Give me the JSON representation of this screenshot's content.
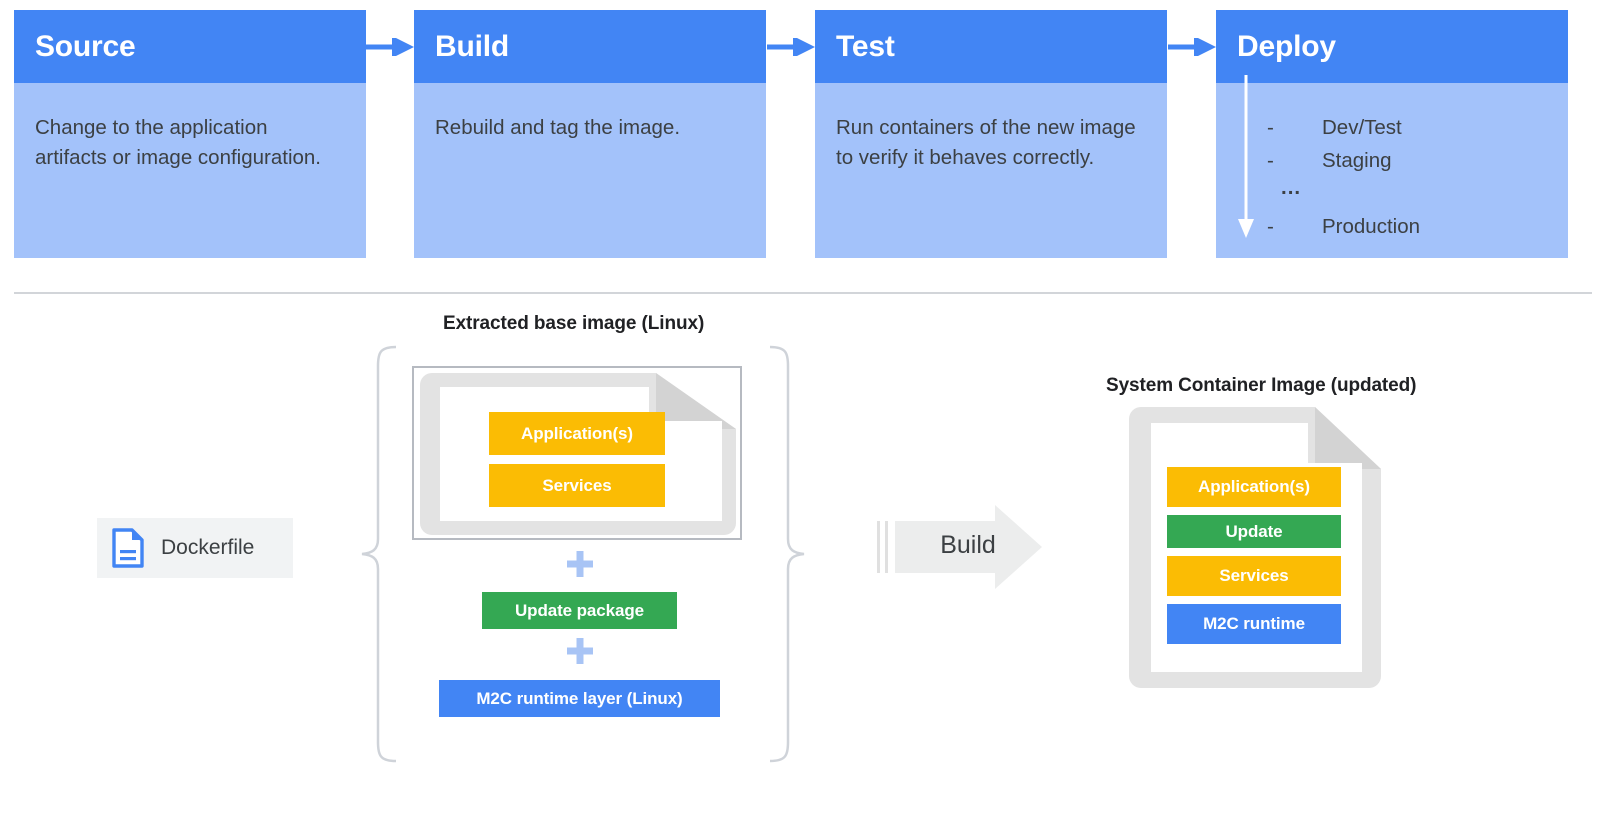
{
  "pipeline": {
    "cards": [
      {
        "title": "Source",
        "text": "Change to the application artifacts or image configuration."
      },
      {
        "title": "Build",
        "text": "Rebuild and tag the image."
      },
      {
        "title": "Test",
        "text": "Run containers of the new image to verify it behaves correctly."
      },
      {
        "title": "Deploy",
        "text": "",
        "list": [
          {
            "dash": "-",
            "label": "Dev/Test"
          },
          {
            "dash": "-",
            "label": "Staging"
          },
          {
            "dash": "...",
            "label": ""
          },
          {
            "dash": "-",
            "label": "Production"
          }
        ]
      }
    ]
  },
  "diagram": {
    "extracted_label": "Extracted base image (Linux)",
    "system_label": "System Container Image (updated)",
    "dockerfile_label": "Dockerfile",
    "build_label": "Build",
    "plus_symbol": "+",
    "base_layers": [
      {
        "name": "Application(s)",
        "color": "#FBBC04"
      },
      {
        "name": "Services",
        "color": "#FBBC04"
      }
    ],
    "added_layers": [
      {
        "name": "Update package",
        "color": "#34A853"
      },
      {
        "name": "M2C runtime layer (Linux)",
        "color": "#4285F4"
      }
    ],
    "system_layers": [
      {
        "name": "Application(s)",
        "color": "#FBBC04"
      },
      {
        "name": "Update",
        "color": "#34A853"
      },
      {
        "name": "Services",
        "color": "#FBBC04"
      },
      {
        "name": "M2C runtime",
        "color": "#4285F4"
      }
    ]
  },
  "colors": {
    "header_blue": "#4285F4",
    "body_blue": "#A3C2FA",
    "yellow": "#FBBC04",
    "green": "#34A853",
    "blue": "#4285F4",
    "plus_blue": "#A8C4F5",
    "doc_gray": "#E3E3E3",
    "line_gray": "#d2d5d9",
    "text_dark": "#3c4043"
  }
}
